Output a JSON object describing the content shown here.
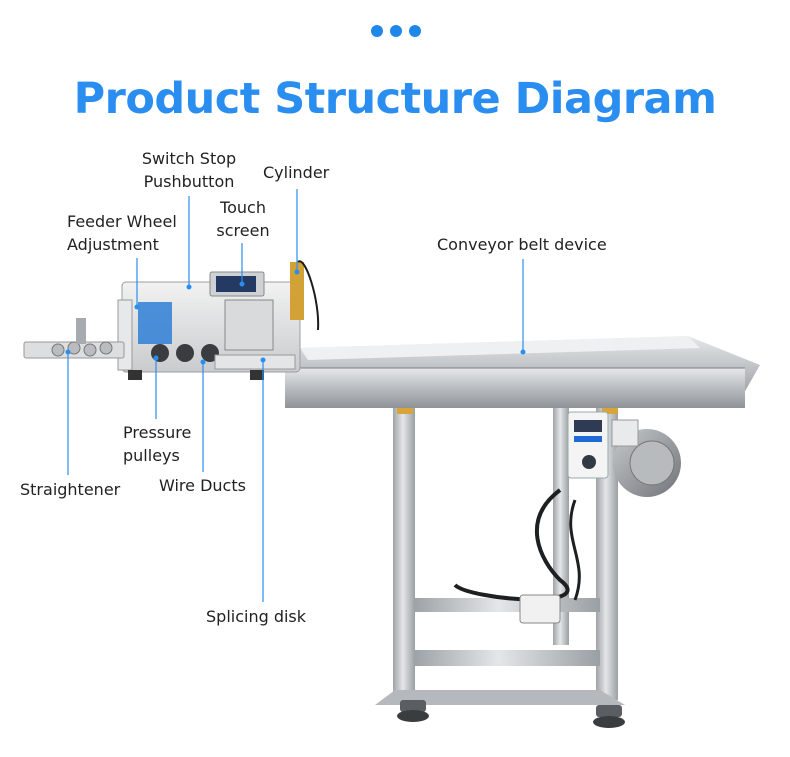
{
  "title": "Product Structure Diagram",
  "accent_color": "#2a8ef0",
  "labels": {
    "switch_stop_line1": "Switch Stop",
    "switch_stop_line2": "Pushbutton",
    "cylinder": "Cylinder",
    "touch_line1": "Touch",
    "touch_line2": "screen",
    "feeder_line1": "Feeder Wheel",
    "feeder_line2": "Adjustment",
    "conveyor": "Conveyor belt device",
    "pressure_line1": "Pressure",
    "pressure_line2": "pulleys",
    "straightener": "Straightener",
    "wire_ducts": "Wire Ducts",
    "splicing_disk": "Splicing disk"
  }
}
